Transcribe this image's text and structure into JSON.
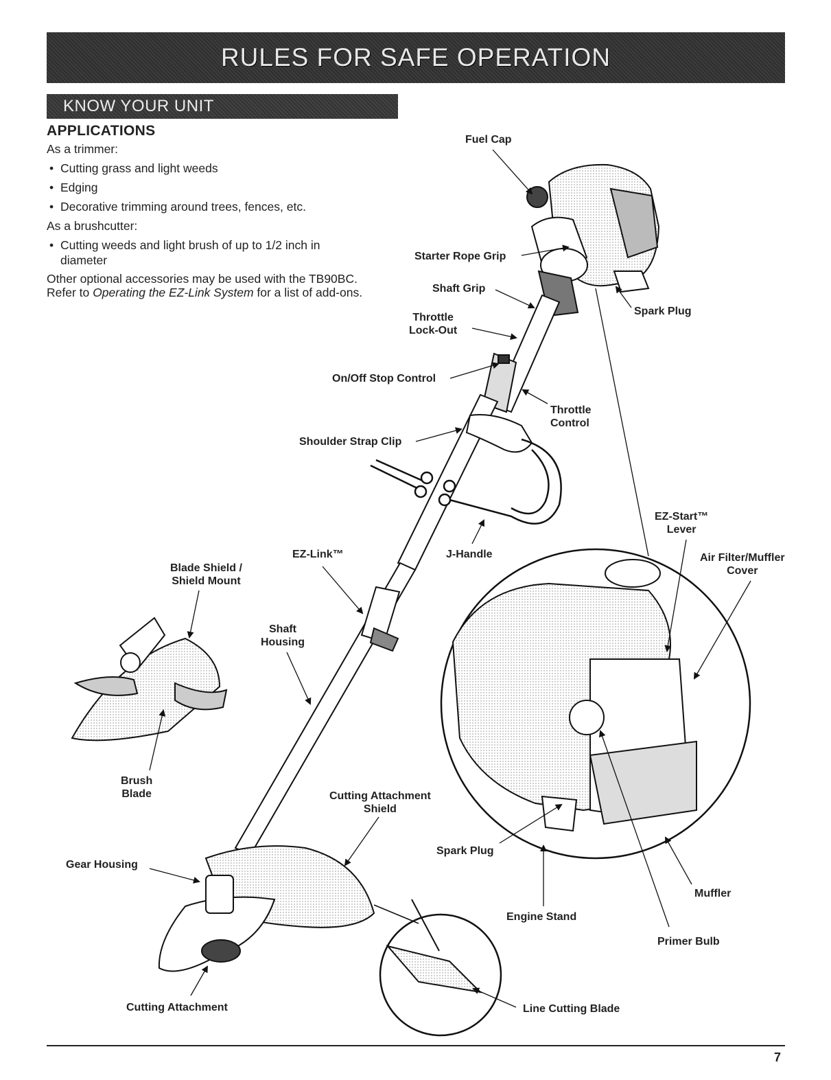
{
  "header": {
    "banner_title": "RULES FOR SAFE OPERATION",
    "section_title": "KNOW YOUR UNIT"
  },
  "applications": {
    "heading": "APPLICATIONS",
    "trimmer_intro": "As a trimmer:",
    "trimmer_items": [
      "Cutting grass and light weeds",
      "Edging",
      "Decorative trimming around trees, fences, etc."
    ],
    "brushcutter_intro": "As a brushcutter:",
    "brushcutter_items": [
      "Cutting weeds and light brush of up to 1/2 inch in diameter"
    ],
    "accessories_text_1": "Other optional accessories may be used with the TB90BC. Refer to ",
    "accessories_link": "Operating the EZ-Link System",
    "accessories_text_2": " for a list of add-ons."
  },
  "labels": {
    "fuel_cap": "Fuel Cap",
    "starter_rope_grip": "Starter Rope Grip",
    "shaft_grip": "Shaft Grip",
    "throttle_lockout_1": "Throttle",
    "throttle_lockout_2": "Lock-Out",
    "spark_plug_top": "Spark Plug",
    "on_off_stop_control": "On/Off Stop Control",
    "throttle_control_1": "Throttle",
    "throttle_control_2": "Control",
    "shoulder_strap_clip": "Shoulder Strap Clip",
    "ez_start_1": "EZ-Start™",
    "ez_start_2": "Lever",
    "air_filter_1": "Air Filter/Muffler",
    "air_filter_2": "Cover",
    "ez_link": "EZ-Link™",
    "j_handle": "J-Handle",
    "blade_shield_1": "Blade Shield /",
    "blade_shield_2": "Shield Mount",
    "shaft_housing_1": "Shaft",
    "shaft_housing_2": "Housing",
    "brush_blade_1": "Brush",
    "brush_blade_2": "Blade",
    "cutting_attachment_shield_1": "Cutting Attachment",
    "cutting_attachment_shield_2": "Shield",
    "spark_plug_bottom": "Spark Plug",
    "gear_housing": "Gear Housing",
    "engine_stand": "Engine Stand",
    "muffler": "Muffler",
    "primer_bulb": "Primer Bulb",
    "cutting_attachment": "Cutting Attachment",
    "line_cutting_blade": "Line Cutting Blade"
  },
  "footer": {
    "page_number": "7"
  }
}
